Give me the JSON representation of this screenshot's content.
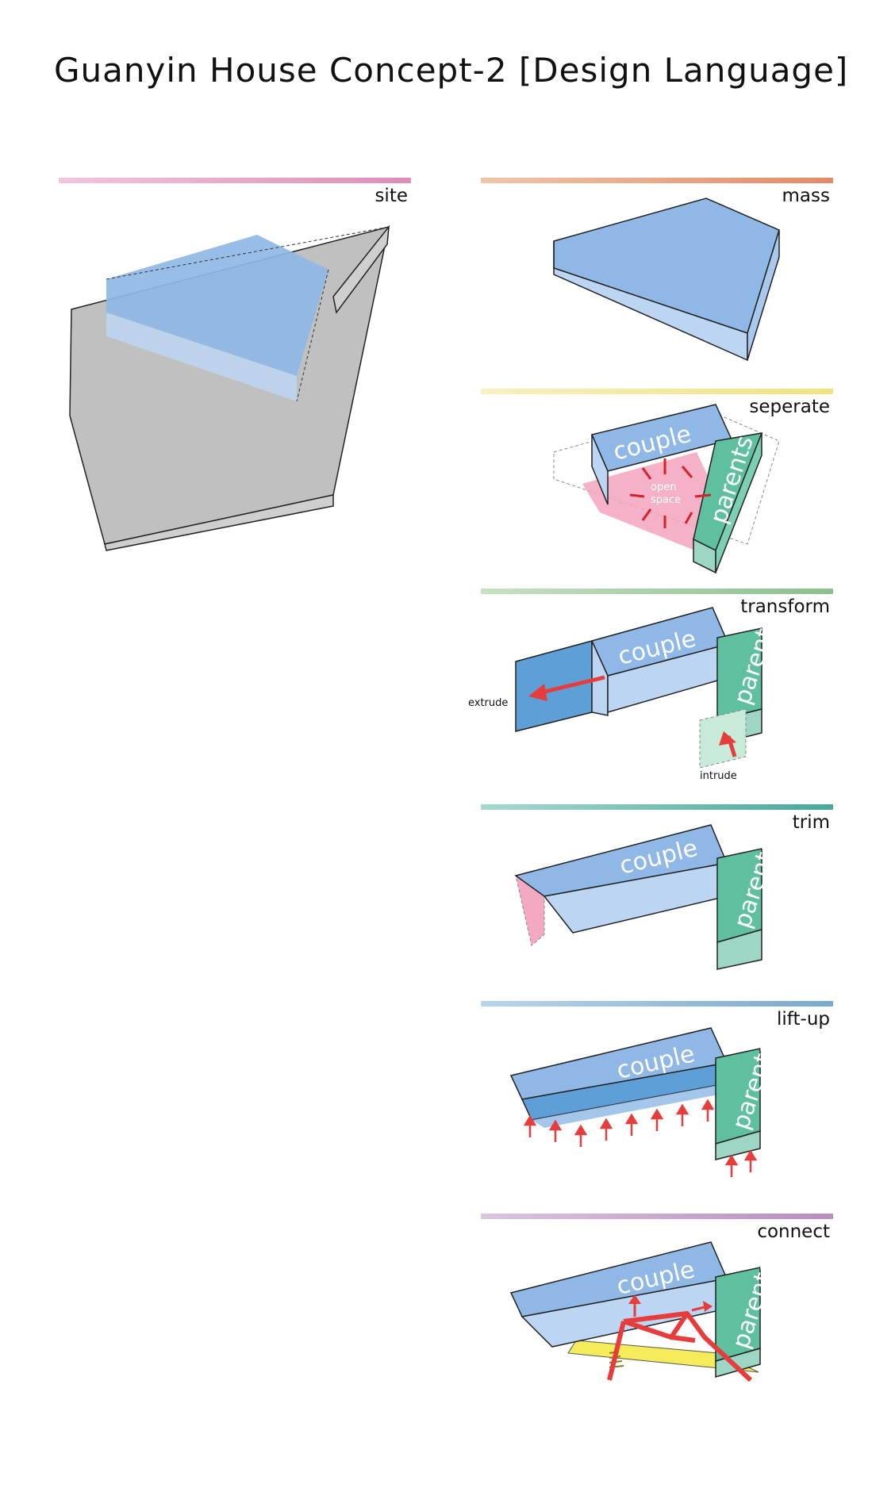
{
  "title": "Guanyin House Concept-2 [Design Language]",
  "panels": {
    "site": "site",
    "mass": "mass",
    "seperate": "seperate",
    "transform": "transform",
    "trim": "trim",
    "liftup": "lift-up",
    "connect": "connect"
  },
  "labels": {
    "couple": "couple",
    "parents": "parents",
    "open": "open",
    "space": "space",
    "extrude": "extrude",
    "intrude": "intrude"
  },
  "colors": {
    "site_bar": [
      "#f1c6dc",
      "#e08cb8"
    ],
    "mass_bar": [
      "#f0c6a8",
      "#e38a66"
    ],
    "seperate_bar": [
      "#f7f0c0",
      "#f0e27f"
    ],
    "transform_bar": [
      "#c8e0c4",
      "#8cbf8f"
    ],
    "trim_bar": [
      "#a6d9cf",
      "#4aa79a"
    ],
    "liftup_bar": [
      "#b9d5ea",
      "#7aa8cf"
    ],
    "connect_bar": [
      "#dcc3e0",
      "#b88fbf"
    ],
    "blue_top": "#8fb8e6",
    "blue_side": "#bcd5f2",
    "green_top": "#5fc0a0",
    "green_side": "#9dd6c4",
    "pink": "#f3a9c1",
    "gray": "#c0c0c0",
    "red": "#e63c3c",
    "yellow": "#f4ec5b"
  }
}
